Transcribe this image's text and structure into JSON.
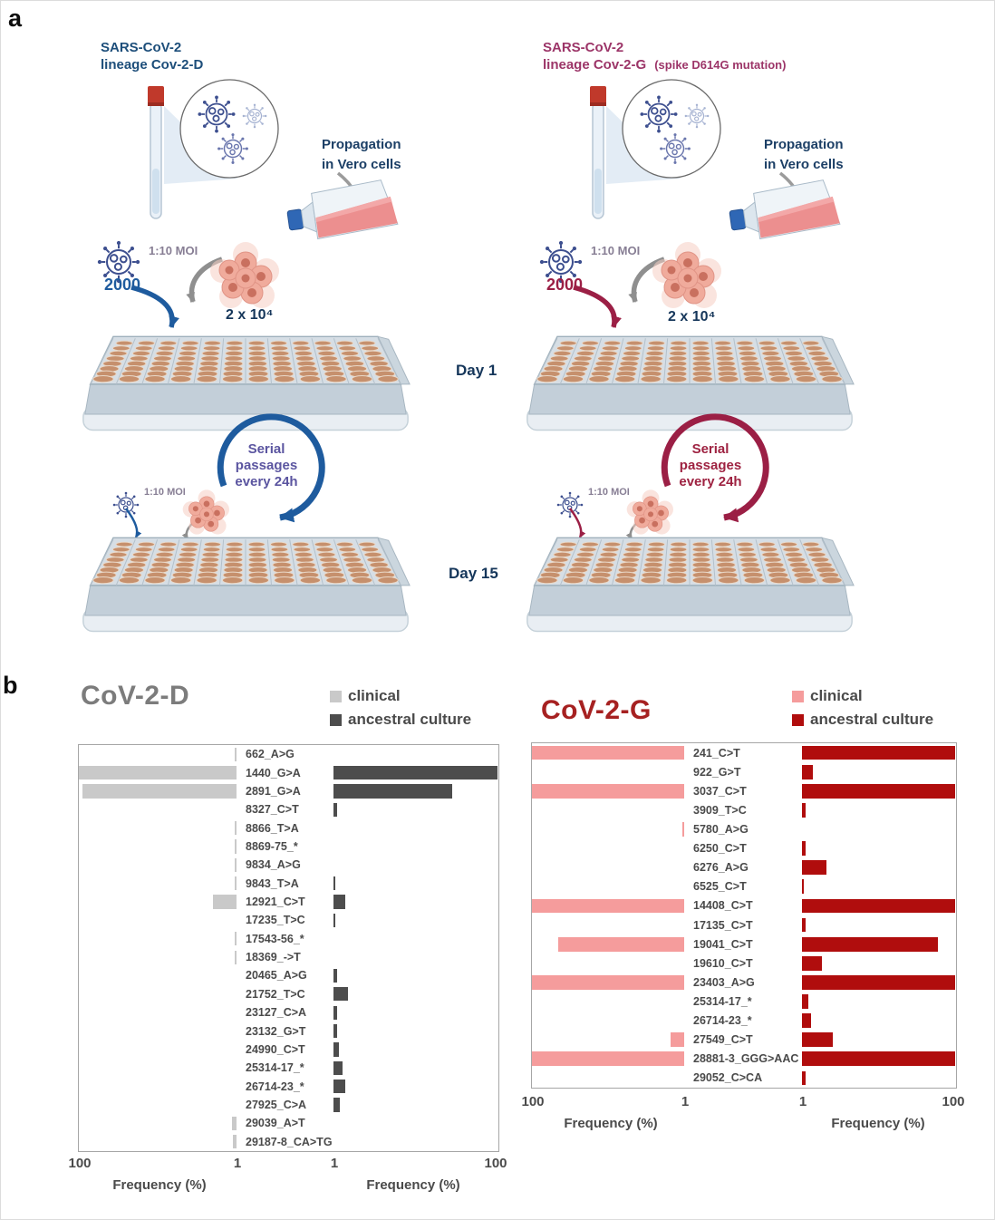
{
  "figure": {
    "panel_a_label": "a",
    "panel_b_label": "b"
  },
  "panel_a": {
    "day1": "Day 1",
    "day15": "Day 15",
    "left": {
      "lineage_title": [
        "SARS-CoV-2",
        "lineage Cov-2-D"
      ],
      "propagation": [
        "Propagation",
        "in Vero cells"
      ],
      "moi": "1:10 MOI",
      "inoculum": "2000",
      "cells": "2 x 10⁴",
      "serial": [
        "Serial",
        "passages",
        "every 24h"
      ],
      "moi_small": "1:10 MOI",
      "title_color": "#1d4e7a",
      "accent_color": "#1e5b9e",
      "serial_text_color": "#5b55a0"
    },
    "right": {
      "lineage_title": [
        "SARS-CoV-2",
        "lineage Cov-2-G"
      ],
      "lineage_note": "(spike D614G mutation)",
      "propagation": [
        "Propagation",
        "in Vero cells"
      ],
      "moi": "1:10 MOI",
      "inoculum": "2000",
      "cells": "2 x 10⁴",
      "serial": [
        "Serial",
        "passages",
        "every 24h"
      ],
      "moi_small": "1:10 MOI",
      "title_color": "#9c3568",
      "accent_color": "#9b1f45",
      "serial_text_color": "#9e2241"
    }
  },
  "chart_data": [
    {
      "type": "bar",
      "variant": "diverging-horizontal",
      "title": "CoV-2-D",
      "title_color": "#7c7c7c",
      "legend": [
        "clinical",
        "ancestral culture"
      ],
      "colors": {
        "clinical": "#c9c9c9",
        "ancestral": "#4d4d4d"
      },
      "x_scale": "log",
      "x_range": [
        1,
        100
      ],
      "x_ticks_left": [
        "100",
        "1"
      ],
      "x_ticks_right": [
        "1",
        "100"
      ],
      "xlabel_left": "Frequency (%)",
      "xlabel_right": "Frequency (%)",
      "categories": [
        "662_A>G",
        "1440_G>A",
        "2891_G>A",
        "8327_C>T",
        "8866_T>A",
        "8869-75_*",
        "9834_A>G",
        "9843_T>A",
        "12921_C>T",
        "17235_T>C",
        "17543-56_*",
        "18369_->T",
        "20465_A>G",
        "21752_T>C",
        "23127_C>A",
        "23132_G>T",
        "24990_C>T",
        "25314-17_*",
        "26714-23_*",
        "27925_C>A",
        "29039_A>T",
        "29187-8_CA>TG"
      ],
      "series": [
        {
          "name": "clinical",
          "side": "left",
          "values": [
            1.05,
            100,
            90,
            null,
            1.05,
            1.05,
            1.05,
            1.05,
            2,
            null,
            1.05,
            1.05,
            null,
            null,
            null,
            null,
            null,
            null,
            null,
            null,
            1.15,
            1.1
          ]
        },
        {
          "name": "ancestral culture",
          "side": "right",
          "values": [
            null,
            100,
            28,
            1.1,
            null,
            null,
            null,
            1.05,
            1.4,
            1.05,
            null,
            null,
            1.1,
            1.5,
            1.1,
            1.1,
            1.15,
            1.3,
            1.4,
            1.2,
            null,
            null
          ]
        }
      ]
    },
    {
      "type": "bar",
      "variant": "diverging-horizontal",
      "title": "CoV-2-G",
      "title_color": "#a62121",
      "legend": [
        "clinical",
        "ancestral culture"
      ],
      "colors": {
        "clinical": "#f59c9c",
        "ancestral": "#b00d0d"
      },
      "x_scale": "log",
      "x_range": [
        1,
        100
      ],
      "x_ticks_left": [
        "100",
        "1"
      ],
      "x_ticks_right": [
        "1",
        "100"
      ],
      "xlabel_left": "Frequency (%)",
      "xlabel_right": "Frequency (%)",
      "categories": [
        "241_C>T",
        "922_G>T",
        "3037_C>T",
        "3909_T>C",
        "5780_A>G",
        "6250_C>T",
        "6276_A>G",
        "6525_C>T",
        "14408_C>T",
        "17135_C>T",
        "19041_C>T",
        "19610_C>T",
        "23403_A>G",
        "25314-17_*",
        "26714-23_*",
        "27549_C>T",
        "28881-3_GGG>AAC",
        "29052_C>CA"
      ],
      "series": [
        {
          "name": "clinical",
          "side": "left",
          "values": [
            100,
            null,
            100,
            null,
            1.05,
            null,
            null,
            null,
            100,
            null,
            45,
            null,
            100,
            null,
            null,
            1.5,
            100,
            null
          ]
        },
        {
          "name": "ancestral culture",
          "side": "right",
          "values": [
            100,
            1.4,
            100,
            1.1,
            null,
            1.1,
            2.1,
            1.05,
            100,
            1.1,
            60,
            1.8,
            100,
            1.2,
            1.3,
            2.5,
            100,
            1.1
          ]
        }
      ]
    }
  ]
}
